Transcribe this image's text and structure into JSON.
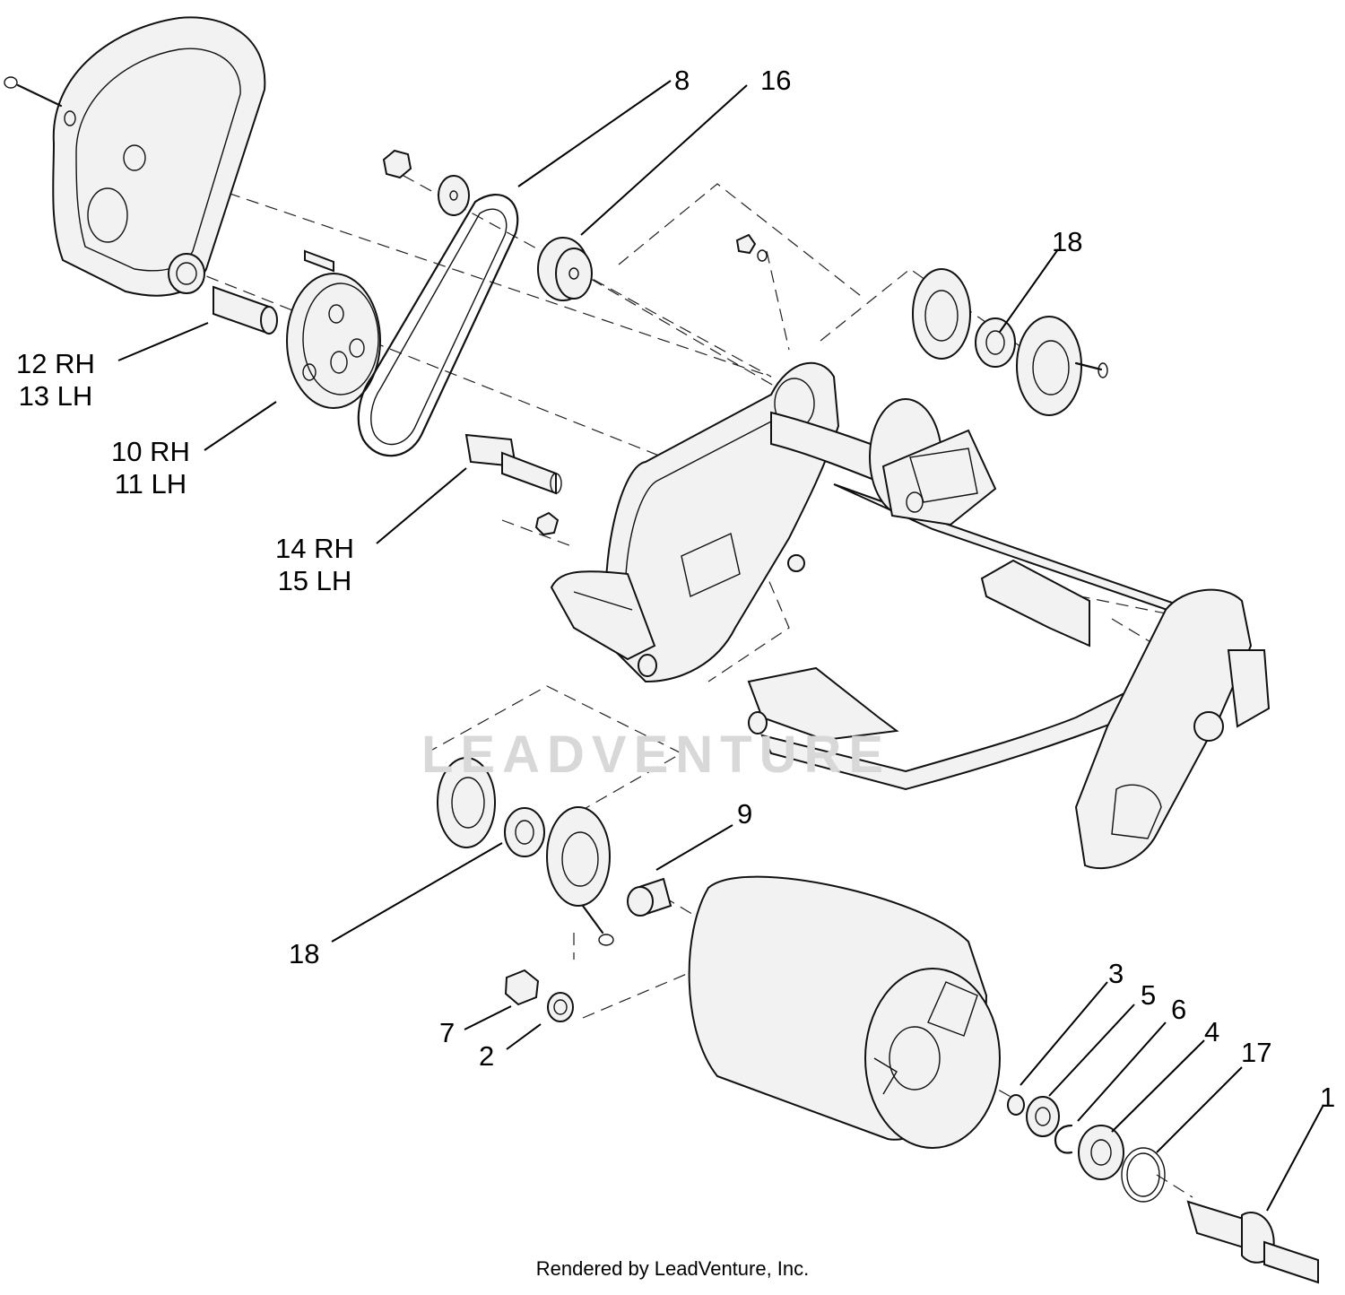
{
  "callouts": {
    "c8": "8",
    "c16": "16",
    "c18_top": "18",
    "c12": "12 RH",
    "c13": "13 LH",
    "c10": "10 RH",
    "c11": "11 LH",
    "c14": "14 RH",
    "c15": "15 LH",
    "c9": "9",
    "c18_bottom": "18",
    "c7": "7",
    "c2": "2",
    "c3": "3",
    "c5": "5",
    "c6": "6",
    "c4": "4",
    "c17": "17",
    "c1": "1"
  },
  "watermark": "LEADVENTURE",
  "footer": "Rendered by LeadVenture, Inc."
}
